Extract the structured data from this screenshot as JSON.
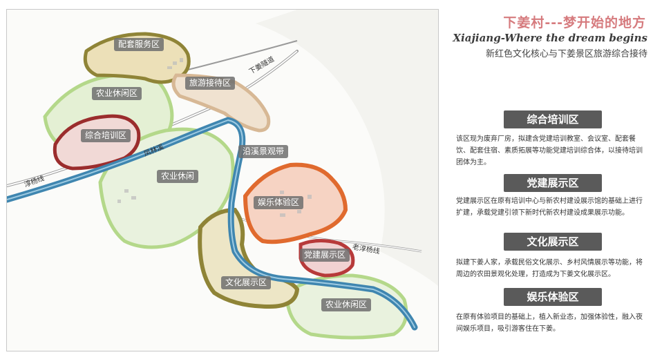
{
  "header": {
    "title": "下姜村---梦开始的地方",
    "title_en": "Xiajiang-Where the dream begins",
    "subtitle": "新红色文化核心与下姜景区旅游综合接待"
  },
  "map": {
    "zones": [
      {
        "name": "配套服务区"
      },
      {
        "name": "农业休闲区"
      },
      {
        "name": "旅游接待区"
      },
      {
        "name": "综合培训区"
      },
      {
        "name": "沿溪景观带"
      },
      {
        "name": "农业休闲"
      },
      {
        "name": "娱乐体验区"
      },
      {
        "name": "党建展示区"
      },
      {
        "name": "文化展示区"
      },
      {
        "name": "农业休闲区"
      }
    ],
    "roads": [
      {
        "name": "下姜隧道"
      },
      {
        "name": "凤林溪"
      },
      {
        "name": "淳杨线"
      },
      {
        "name": "老淳杨线"
      }
    ]
  },
  "sections": [
    {
      "title": "综合培训区",
      "text": "该区现为废弃厂房，拟建含党建培训教室、会议室、配套餐饮、配套住宿、素质拓展等功能党建培训综合体，以接待培训团体为主。"
    },
    {
      "title": "党建展示区",
      "text": "党建展示区在原有培训中心与新农村建设展示馆的基础上进行扩建，承载党建引领下新时代新农村建设成果展示功能。"
    },
    {
      "title": "文化展示区",
      "text": "拟建下姜人家，承载民俗文化展示、乡村风情展示等功能，将周边的农田景观化处理，打造成为下姜文化展示区。"
    },
    {
      "title": "娱乐体验区",
      "text": "在原有体验项目的基础上，植入新业态，加强体验性，融入夜间娱乐项目，吸引游客住在下姜。"
    }
  ],
  "colors": {
    "title": "#d67b7e",
    "river": "#3f86b0",
    "agri_green": "#a9cf80",
    "training_red": "#9b2d2d",
    "entertainment_orange": "#e06a2e",
    "service_olive": "#8f8437",
    "reception_tan": "#d7b895"
  }
}
